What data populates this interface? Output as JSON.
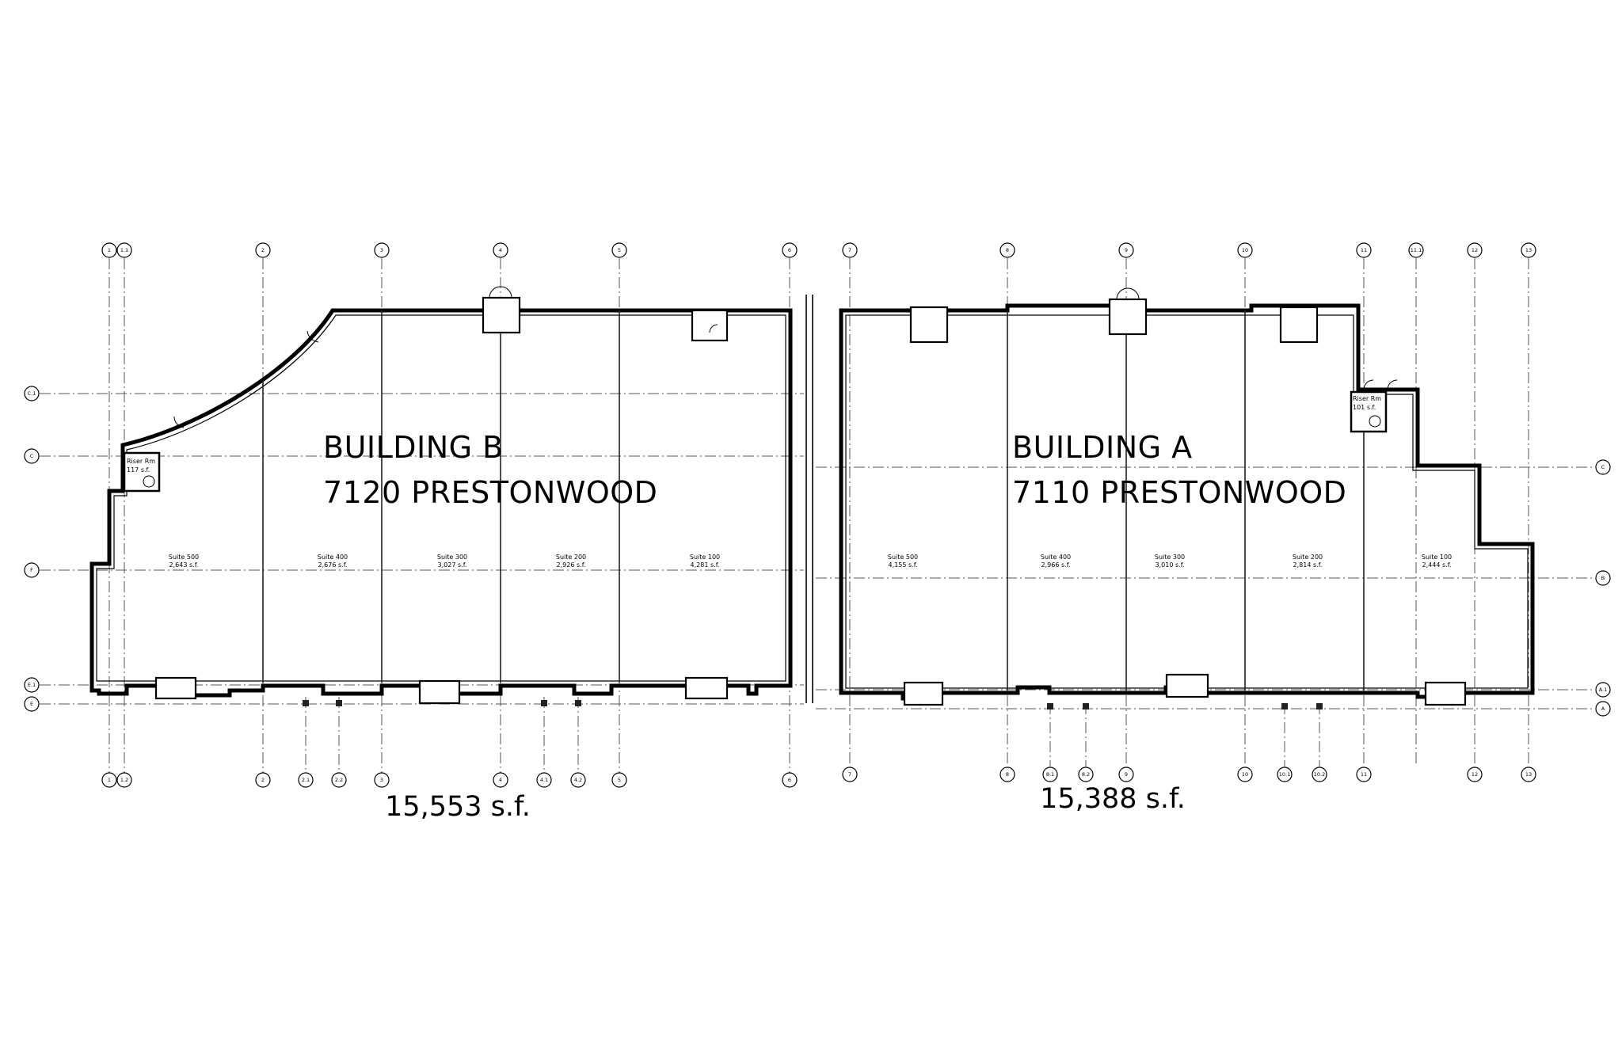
{
  "building_b": {
    "name": "BUILDING B",
    "address": "7120 PRESTONWOOD",
    "total_area": "15,553 s.f.",
    "riser": {
      "label": "Riser Rm",
      "area": "117 s.f."
    },
    "suites": [
      {
        "name": "Suite 500",
        "area": "2,643 s.f."
      },
      {
        "name": "Suite 400",
        "area": "2,676 s.f."
      },
      {
        "name": "Suite 300",
        "area": "3,027 s.f."
      },
      {
        "name": "Suite 200",
        "area": "2,926 s.f."
      },
      {
        "name": "Suite 100",
        "area": "4,281 s.f."
      }
    ],
    "grid_top": [
      "1",
      "1.1",
      "2",
      "3",
      "4",
      "5",
      "6"
    ],
    "grid_bottom": [
      "1",
      "1.2",
      "2",
      "2.1",
      "2.2",
      "3",
      "4",
      "4.1",
      "4.2",
      "5",
      "6"
    ],
    "grid_left": [
      "C.1",
      "C",
      "F",
      "E.1",
      "E"
    ]
  },
  "building_a": {
    "name": "BUILDING A",
    "address": "7110 PRESTONWOOD",
    "total_area": "15,388 s.f.",
    "riser": {
      "label": "Riser Rm",
      "area": "101 s.f."
    },
    "suites": [
      {
        "name": "Suite 500",
        "area": "4,155 s.f."
      },
      {
        "name": "Suite 400",
        "area": "2,966 s.f."
      },
      {
        "name": "Suite 300",
        "area": "3,010 s.f."
      },
      {
        "name": "Suite 200",
        "area": "2,814 s.f."
      },
      {
        "name": "Suite 100",
        "area": "2,444 s.f."
      }
    ],
    "grid_top": [
      "7",
      "8",
      "9",
      "10",
      "11",
      "11.1",
      "12",
      "13"
    ],
    "grid_bottom": [
      "7",
      "8",
      "8.1",
      "8.2",
      "9",
      "10",
      "10.1",
      "10.2",
      "11",
      "12",
      "13"
    ],
    "grid_right": [
      "C",
      "B",
      "A.1",
      "A"
    ]
  }
}
